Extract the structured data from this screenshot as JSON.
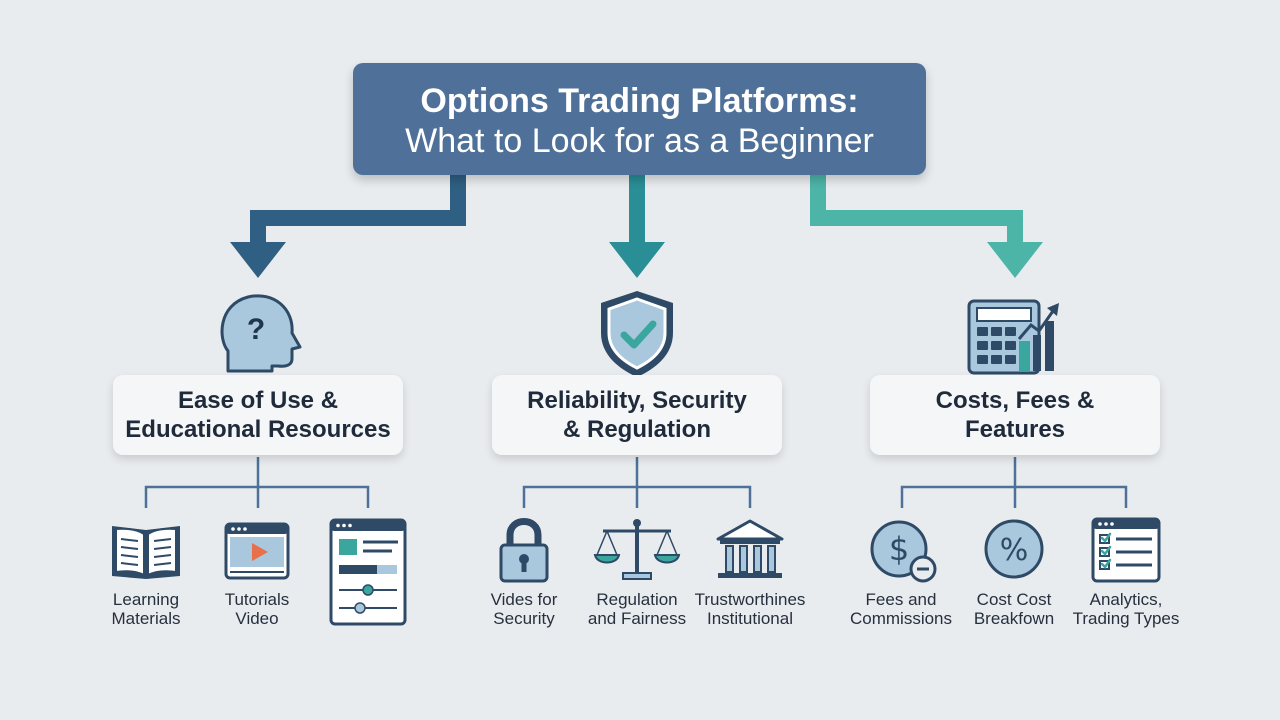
{
  "title": {
    "line1": "Options Trading Platforms:",
    "line2": "What to Look for as a Beginner"
  },
  "colors": {
    "title_bg": "#4f7199",
    "branch_left": "#2f5f82",
    "branch_mid": "#2a8e97",
    "branch_right": "#4db5a8",
    "icon_stroke": "#2f4a66",
    "icon_fill": "#9fc2da",
    "accent_teal": "#3aa69d"
  },
  "categories": [
    {
      "id": "ease",
      "icon": "head-question-icon",
      "line1": "Ease of Use &",
      "line2": "Educational Resources",
      "items": [
        {
          "icon": "open-book-icon",
          "line1": "Learning",
          "line2": "Materials"
        },
        {
          "icon": "video-player-icon",
          "line1": "Tutorials",
          "line2": "Video"
        },
        {
          "icon": "interface-sliders-icon",
          "line1": "",
          "line2": ""
        }
      ]
    },
    {
      "id": "reliability",
      "icon": "shield-check-icon",
      "line1": "Reliability, Security",
      "line2": "& Regulation",
      "items": [
        {
          "icon": "padlock-icon",
          "line1": "Vides for",
          "line2": "Security"
        },
        {
          "icon": "balance-scale-icon",
          "line1": "Regulation",
          "line2": "and Fairness"
        },
        {
          "icon": "bank-building-icon",
          "line1": "Trustworthines",
          "line2": "Institutional"
        }
      ]
    },
    {
      "id": "costs",
      "icon": "calculator-chart-icon",
      "line1": "Costs, Fees &",
      "line2": "Features",
      "items": [
        {
          "icon": "dollar-coin-icon",
          "line1": "Fees and",
          "line2": "Commissions"
        },
        {
          "icon": "percent-icon",
          "line1": "Cost Cost",
          "line2": "Breakfown"
        },
        {
          "icon": "checklist-icon",
          "line1": "Analytics,",
          "line2": "Trading Types"
        }
      ]
    }
  ]
}
